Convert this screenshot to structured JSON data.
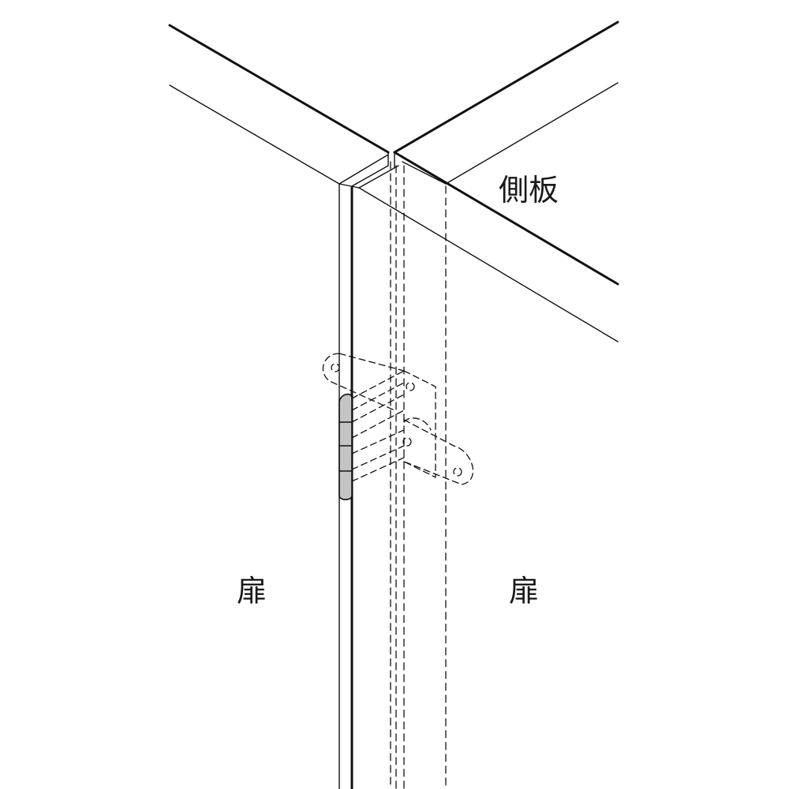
{
  "labels": {
    "side_panel": "側板",
    "door_left": "扉",
    "door_right": "扉"
  },
  "colors": {
    "line": "#111111",
    "hinge_knuckle_fill": "#c4c4c4",
    "background": "#ffffff"
  }
}
